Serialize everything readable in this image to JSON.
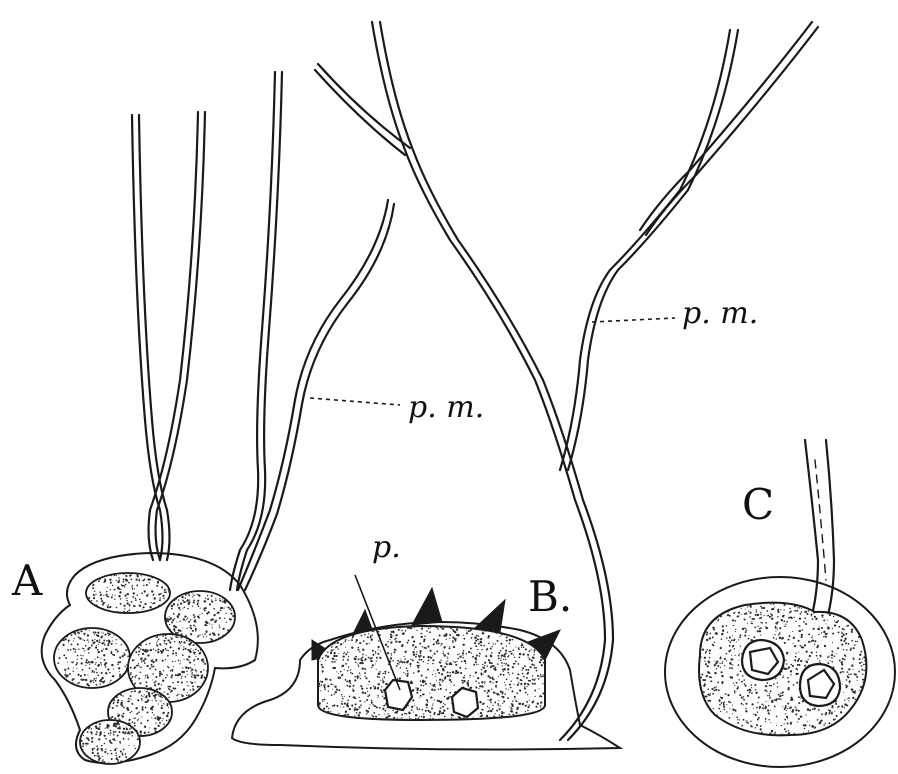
{
  "figure": {
    "labels": {
      "a": "A",
      "b": "B.",
      "c": "C",
      "pm_a": "p. m.",
      "pm_b": "p. m.",
      "p": "p."
    },
    "colors": {
      "ink": "#1a1a1a",
      "stipple": "#2a2a2a",
      "paper": "#ffffff"
    }
  }
}
